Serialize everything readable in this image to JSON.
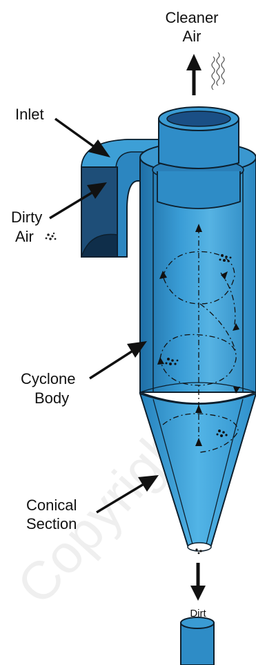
{
  "labels": {
    "cleaner_air_line1": "Cleaner",
    "cleaner_air_line2": "Air",
    "inlet": "Inlet",
    "dirty_air_line1": "Dirty",
    "dirty_air_line2": "Air",
    "cyclone_body_line1": "Cyclone",
    "cyclone_body_line2": "Body",
    "conical_section_line1": "Conical",
    "conical_section_line2": "Section",
    "dirt": "Dirt"
  },
  "watermark": "Copyright",
  "colors": {
    "body_fill": "#2d8bc6",
    "body_light": "#56b3e3",
    "body_dark": "#1d5f8f",
    "outline": "#0d1f2d",
    "inlet_dark": "#1e4e78",
    "pipe_inner": "#1a4f85",
    "arrow": "#111111"
  }
}
